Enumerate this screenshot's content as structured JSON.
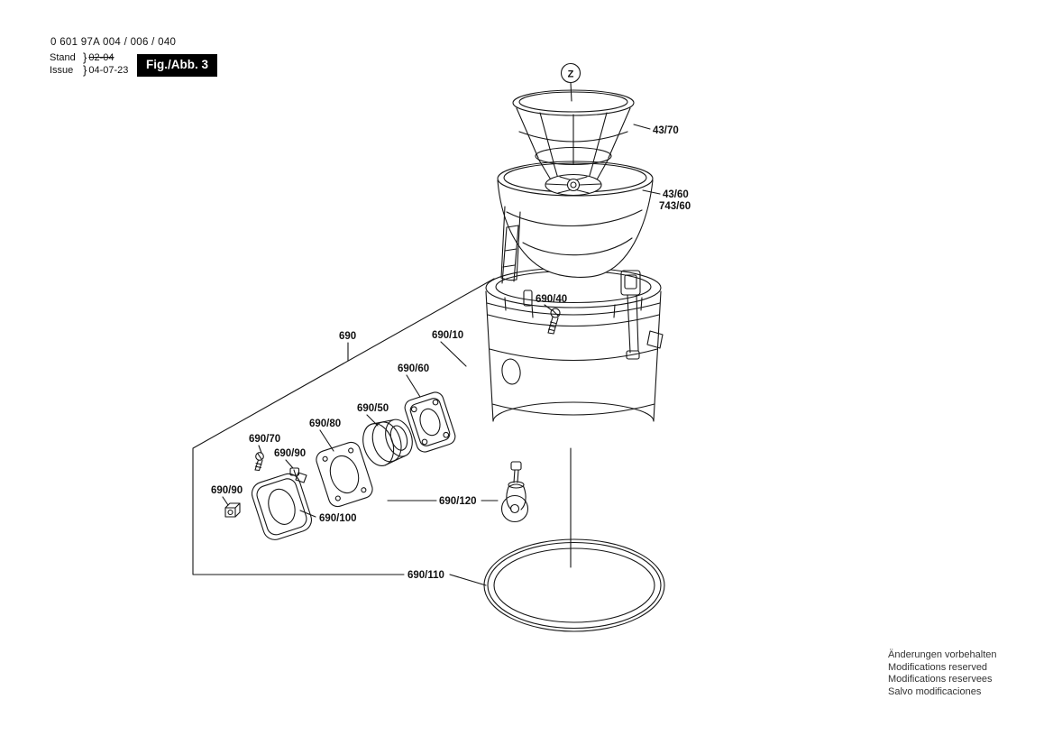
{
  "header": {
    "part_number": "0 601 97A 004 / 006 / 040",
    "revision": {
      "stand_label": "Stand",
      "stand_value": "02-04",
      "issue_label": "Issue",
      "issue_value": "04-07-23",
      "brace": "}"
    },
    "figure_label": "Fig./Abb. 3"
  },
  "diagram": {
    "detail_marker": "Z",
    "callouts": [
      "43/70",
      "43/60",
      "743/60",
      "690/40",
      "690",
      "690/10",
      "690/60",
      "690/50",
      "690/80",
      "690/70",
      "690/90",
      "690/90",
      "690/100",
      "690/120",
      "690/110"
    ]
  },
  "footer": {
    "notes": [
      "Änderungen vorbehalten",
      "Modifications reserved",
      "Modifications reservees",
      "Salvo modificaciones"
    ]
  }
}
